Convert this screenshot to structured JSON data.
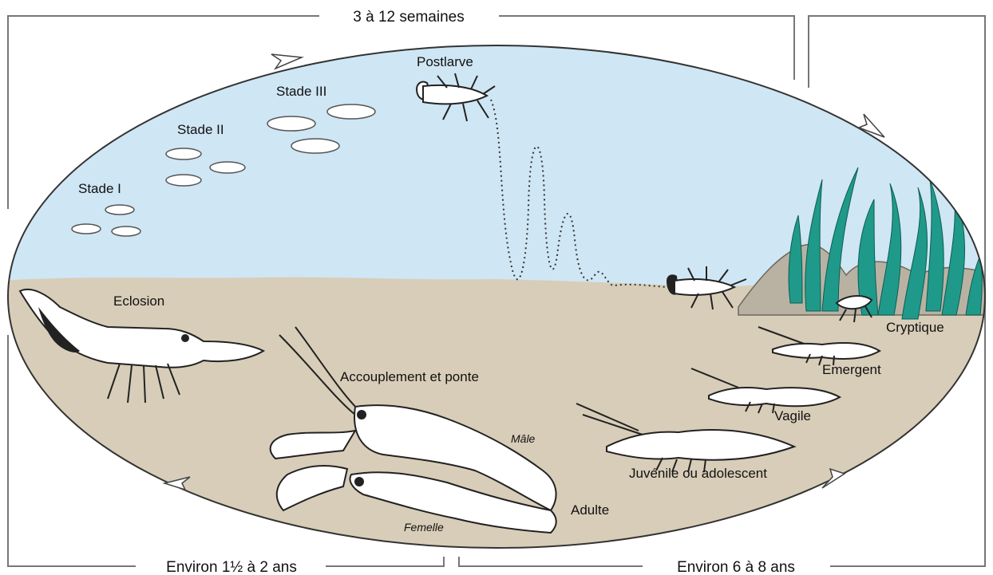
{
  "durations": {
    "top": "3 à 12 semaines",
    "bottom_left": "Environ 1½ à 2 ans",
    "bottom_right": "Environ 6 à 8 ans"
  },
  "stages": {
    "stade_1": "Stade I",
    "stade_2": "Stade II",
    "stade_3": "Stade III",
    "postlarve": "Postlarve",
    "eclosion": "Eclosion",
    "cryptique": "Cryptique",
    "emergent": "Emergent",
    "vagile": "Vagile",
    "juvenile": "Juvénile ou adolescent",
    "accouplement": "Accouplement et ponte",
    "male": "Mâle",
    "femelle": "Femelle",
    "adulte": "Adulte"
  },
  "colors": {
    "water": "#cfe6f4",
    "sediment": "#d8cdb8",
    "rock": "#b9b2a3",
    "plants": "#1f9a8a"
  }
}
